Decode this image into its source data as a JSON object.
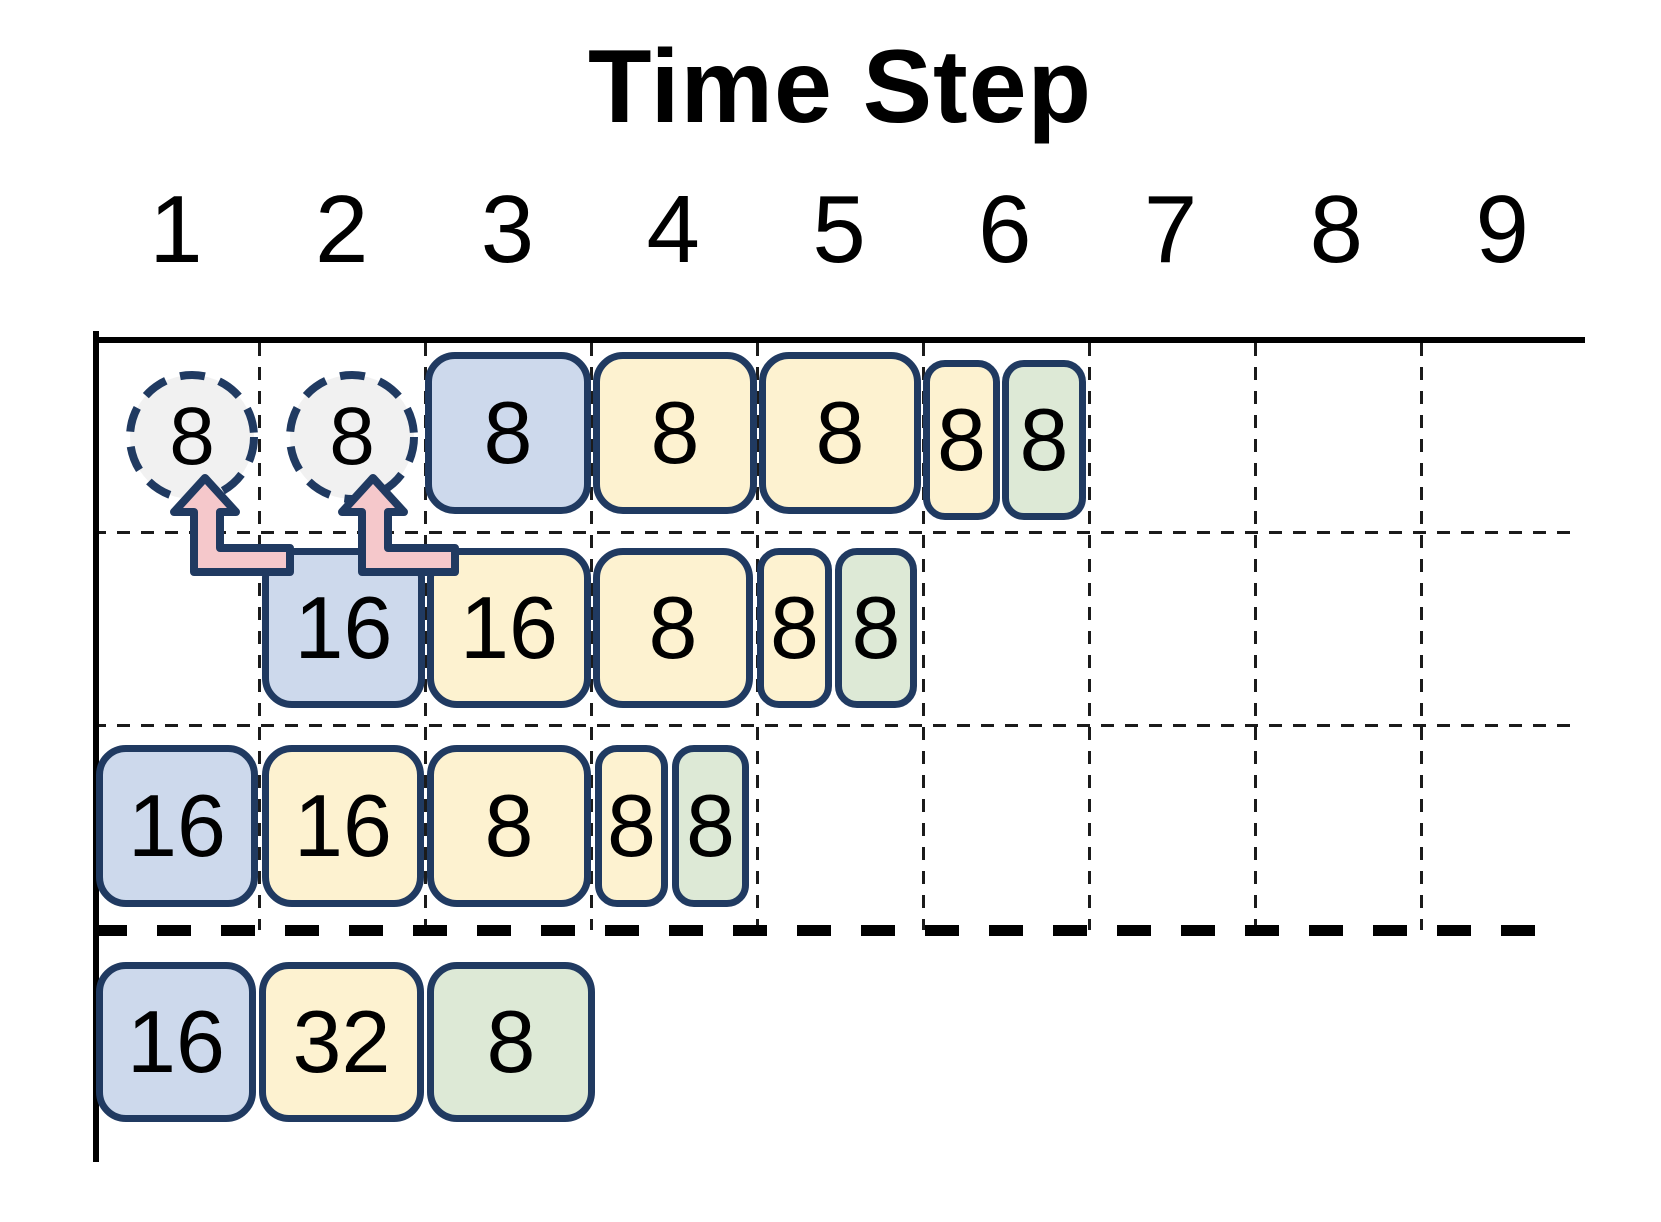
{
  "title": "Time Step",
  "time_steps": [
    "1",
    "2",
    "3",
    "4",
    "5",
    "6",
    "7",
    "8",
    "9"
  ],
  "colors": {
    "navy": "#203a61",
    "blue": "#cdd9ec",
    "yellow": "#fdf2d0",
    "green": "#dde9d6",
    "gray": "#f1f1f1",
    "pink": "#f5c8cb"
  },
  "rows": [
    {
      "blocks": [
        {
          "shape": "dashed-circle",
          "color": "gray",
          "label": "8"
        },
        {
          "shape": "dashed-circle",
          "color": "gray",
          "label": "8"
        },
        {
          "shape": "rect",
          "color": "blue",
          "label": "8"
        },
        {
          "shape": "rect",
          "color": "yellow",
          "label": "8"
        },
        {
          "shape": "rect",
          "color": "yellow",
          "label": "8"
        },
        {
          "shape": "rect",
          "color": "yellow",
          "label": "8"
        },
        {
          "shape": "rect",
          "color": "green",
          "label": "8"
        }
      ]
    },
    {
      "blocks": [
        {
          "shape": "rect",
          "color": "blue",
          "label": "16"
        },
        {
          "shape": "rect",
          "color": "yellow",
          "label": "16"
        },
        {
          "shape": "rect",
          "color": "yellow",
          "label": "8"
        },
        {
          "shape": "rect",
          "color": "yellow",
          "label": "8"
        },
        {
          "shape": "rect",
          "color": "green",
          "label": "8"
        }
      ]
    },
    {
      "blocks": [
        {
          "shape": "rect",
          "color": "blue",
          "label": "16"
        },
        {
          "shape": "rect",
          "color": "yellow",
          "label": "16"
        },
        {
          "shape": "rect",
          "color": "yellow",
          "label": "8"
        },
        {
          "shape": "rect",
          "color": "yellow",
          "label": "8"
        },
        {
          "shape": "rect",
          "color": "green",
          "label": "8"
        }
      ]
    },
    {
      "blocks": [
        {
          "shape": "rect",
          "color": "blue",
          "label": "16"
        },
        {
          "shape": "rect",
          "color": "yellow",
          "label": "32"
        },
        {
          "shape": "rect",
          "color": "green",
          "label": "8"
        }
      ]
    }
  ],
  "arrows": [
    {
      "from_time_step": 2,
      "to_time_step": 1
    },
    {
      "from_time_step": 3,
      "to_time_step": 2
    }
  ]
}
